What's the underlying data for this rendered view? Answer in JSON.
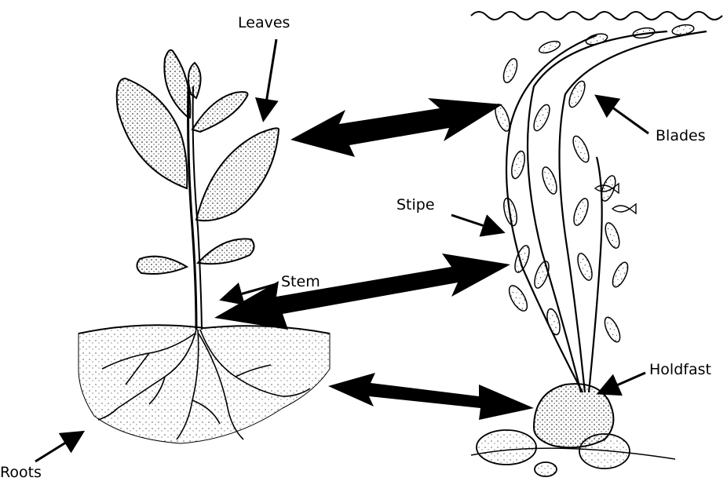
{
  "diagram": {
    "labels": {
      "leaves": "Leaves",
      "stem": "Stem",
      "roots": "Roots",
      "blades": "Blades",
      "stipe": "Stipe",
      "holdfast": "Holdfast"
    },
    "colors": {
      "ink": "#000000",
      "background": "#ffffff"
    }
  }
}
